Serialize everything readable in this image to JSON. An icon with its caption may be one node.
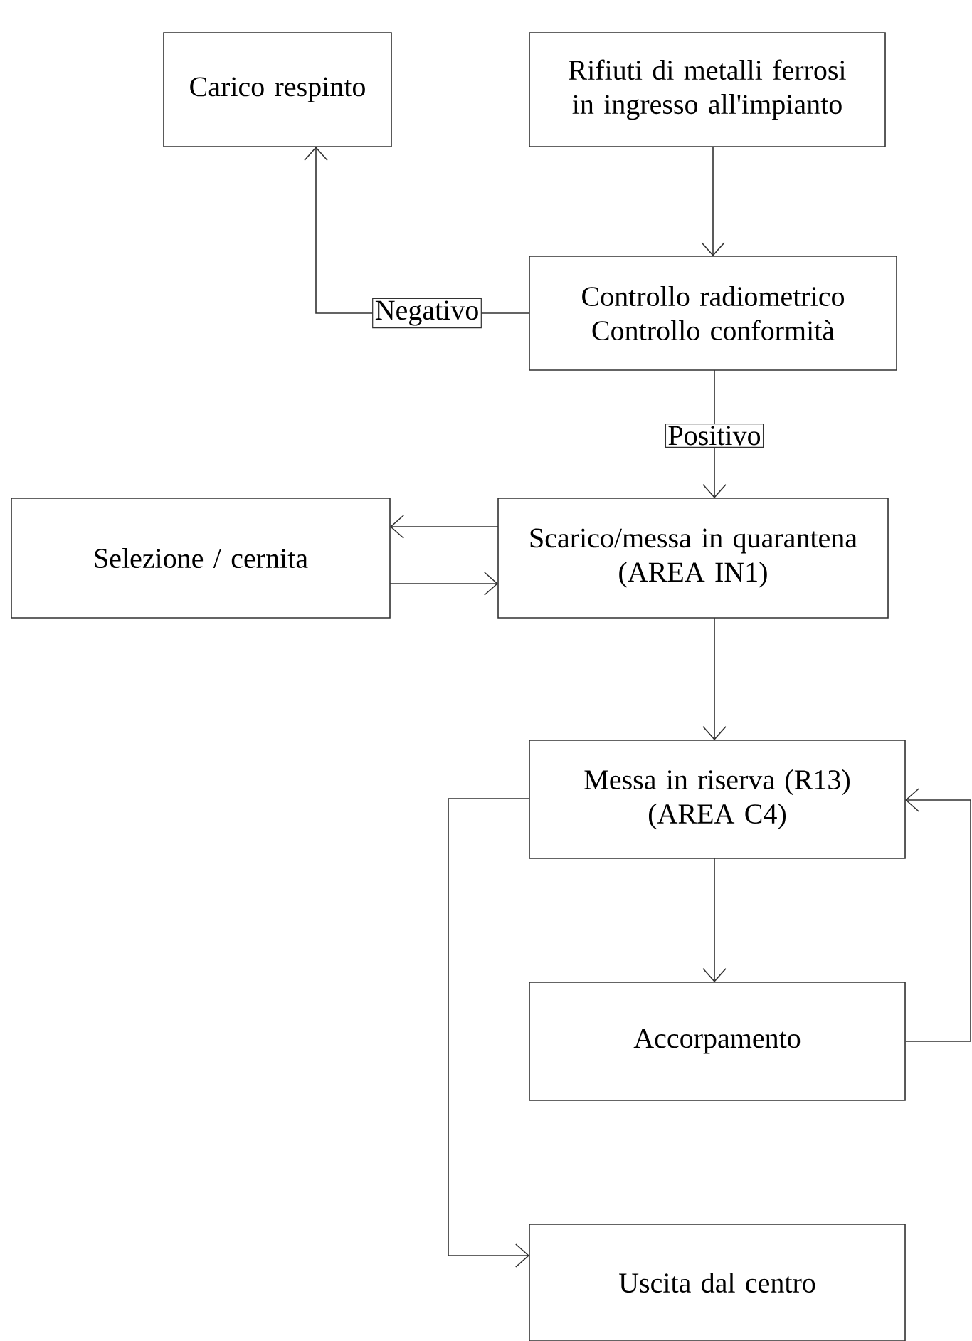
{
  "diagram": {
    "nodes": [
      {
        "text": [
          "Carico respinto"
        ]
      },
      {
        "text": [
          "Rifiuti di metalli ferrosi in ingresso all'impianto"
        ]
      },
      {
        "text": [
          "Controllo radiometrico",
          "Controllo conformità"
        ]
      },
      {
        "text": [
          "Selezione / cernita"
        ]
      },
      {
        "text": [
          "Scarico/messa in quarantena",
          "(AREA IN1)"
        ]
      },
      {
        "text": [
          "Messa in riserva (R13)",
          "(AREA C4)"
        ]
      },
      {
        "text": [
          "Accorpamento"
        ]
      },
      {
        "text": [
          "Uscita dal centro"
        ]
      }
    ],
    "edges": [
      {
        "from": 1,
        "to": 2,
        "arrow": "to"
      },
      {
        "from": 2,
        "to": 0,
        "arrow": "to",
        "label": "Negativo"
      },
      {
        "from": 2,
        "to": 4,
        "arrow": "to",
        "label": "Positivo"
      },
      {
        "from": 4,
        "to": 3,
        "arrow": "to"
      },
      {
        "from": 3,
        "to": 4,
        "arrow": "to"
      },
      {
        "from": 4,
        "to": 5,
        "arrow": "to"
      },
      {
        "from": 5,
        "to": 6,
        "arrow": "to"
      },
      {
        "from": 6,
        "to": 5,
        "arrow": "to"
      },
      {
        "from": 5,
        "to": 7,
        "arrow": "to"
      }
    ]
  }
}
